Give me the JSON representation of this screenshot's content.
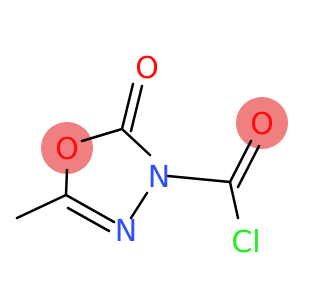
{
  "molecule": {
    "atoms": {
      "ring_oxygen": "O",
      "carbonyl_oxygen_ring": "O",
      "ring_nitrogen_3": "N",
      "ring_nitrogen_4": "N",
      "acyl_oxygen": "O",
      "chlorine": "Cl"
    },
    "colors": {
      "oxygen": "#ff0d0d",
      "nitrogen": "#3050f8",
      "chlorine": "#1ff01f",
      "bond": "#000000",
      "highlight": "#f08080"
    }
  }
}
